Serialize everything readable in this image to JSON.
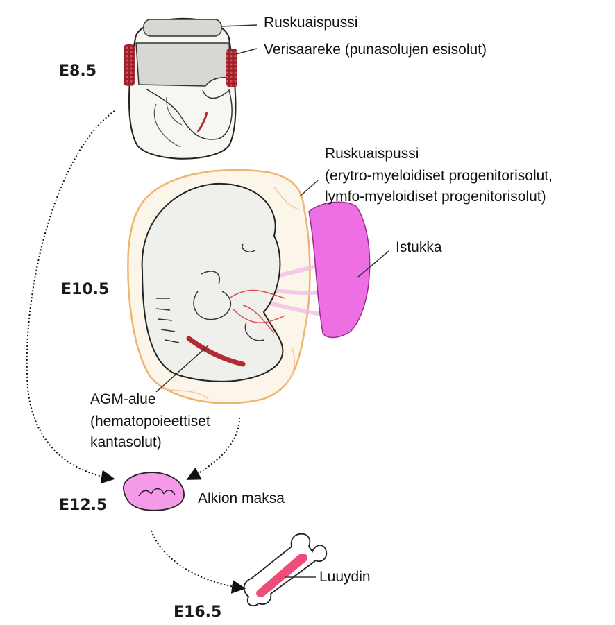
{
  "stages": {
    "e85": "E8.5",
    "e105": "E10.5",
    "e125": "E12.5",
    "e165": "E16.5"
  },
  "labels": {
    "yolk_sac_e85": "Ruskuaispussi",
    "blood_island": "Verisaareke (punasolujen esisolut)",
    "yolk_sac_e105_line1": "Ruskuaispussi",
    "yolk_sac_e105_line2": "(erytro-myeloidiset progenitorisolut,",
    "yolk_sac_e105_line3": "lymfo-myeloidiset progenitorisolut)",
    "placenta": "Istukka",
    "agm_line1": "AGM-alue",
    "agm_line2": "(hematopoieettiset",
    "agm_line3": "kantasolut)",
    "fetal_liver": "Alkion maksa",
    "bone_marrow": "Luuydin"
  },
  "colors": {
    "placenta": "#ee6ee4",
    "liver": "#f59ae8",
    "bone_marrow": "#ee4d7a",
    "blood_island": "#b22a32",
    "embryo_fill": "#eff0ec",
    "yolk_sac_outline": "#f0b46c",
    "yolk_cavity": "#d5d8d3"
  }
}
